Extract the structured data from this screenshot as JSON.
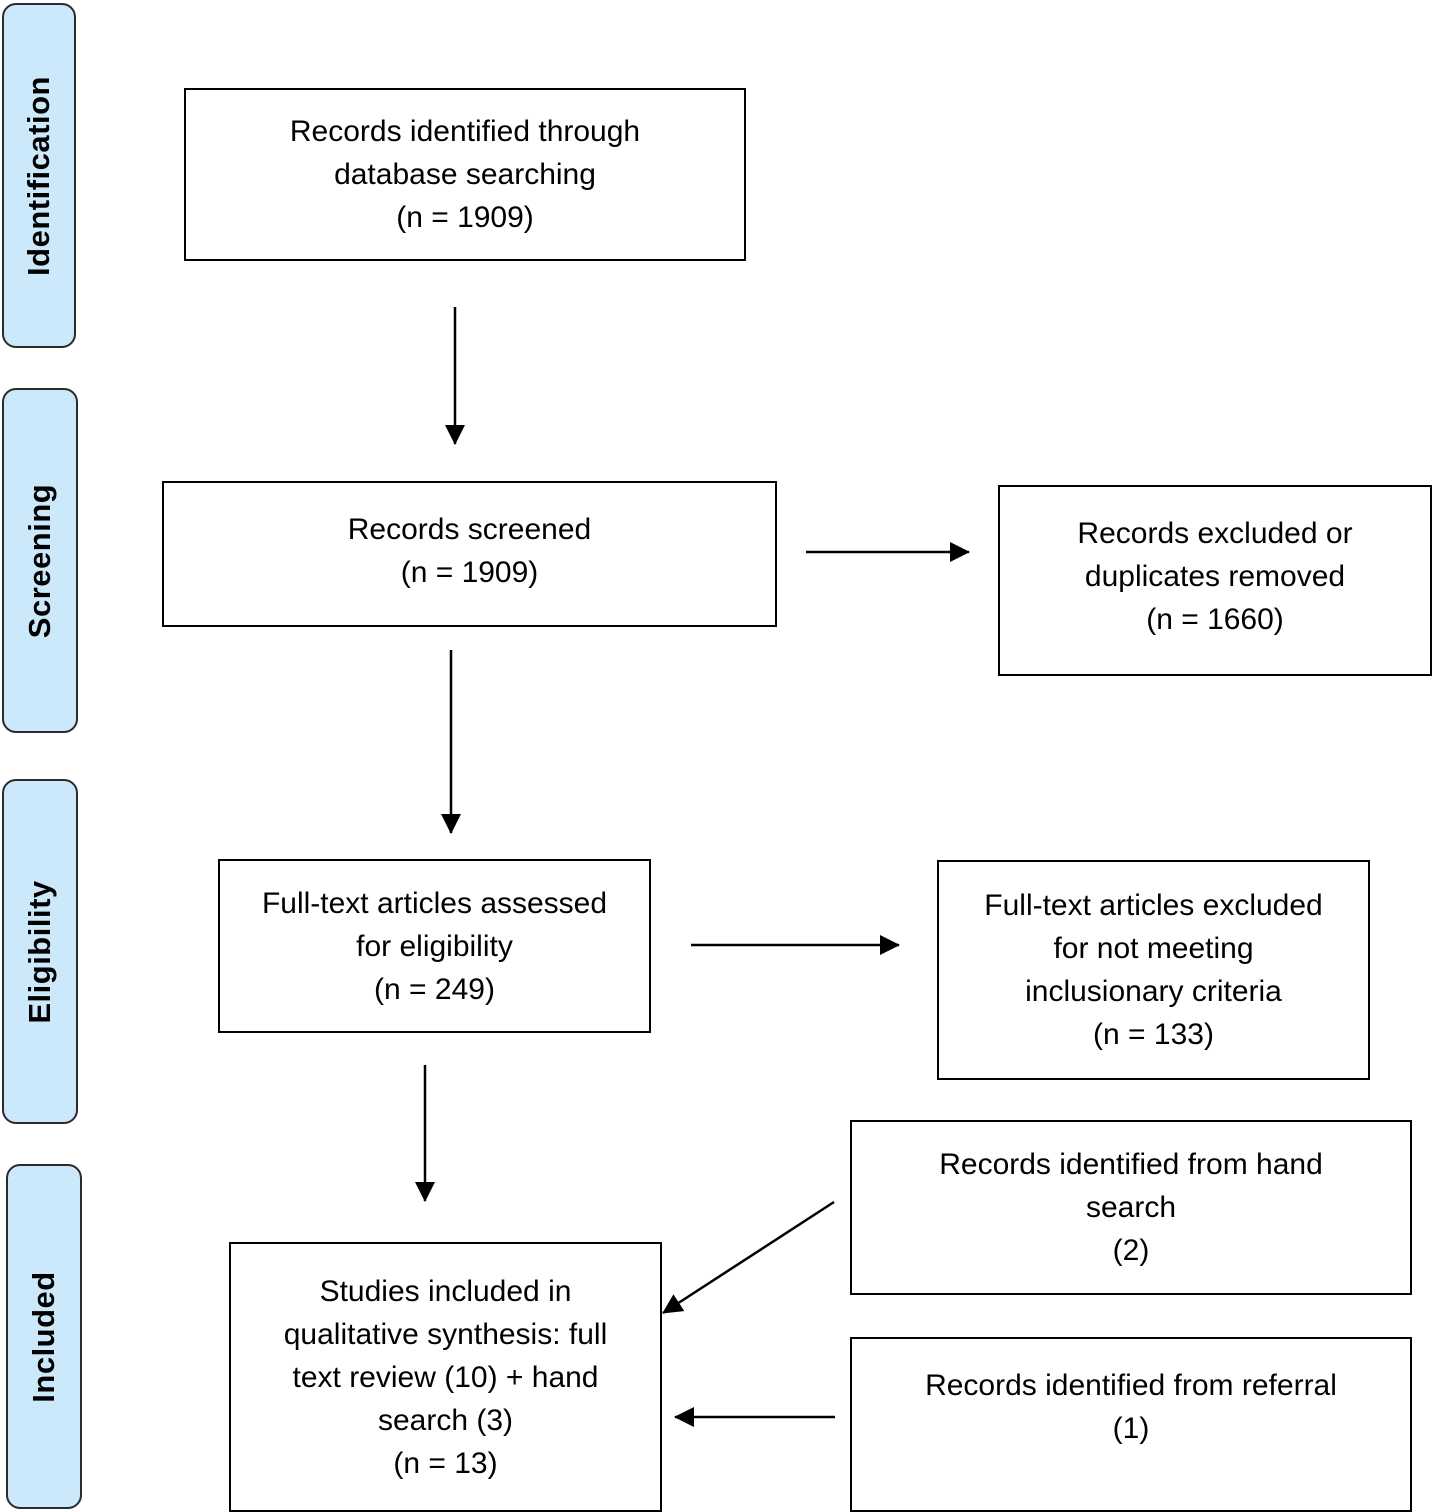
{
  "phases": {
    "identification": "Identification",
    "screening": "Screening",
    "eligibility": "Eligibility",
    "included": "Included"
  },
  "boxes": {
    "identified": {
      "lines": [
        "Records identified through",
        "database searching",
        "(n = 1909)"
      ]
    },
    "screened": {
      "lines": [
        "Records screened",
        "(n = 1909)"
      ]
    },
    "excluded": {
      "lines": [
        "Records excluded or",
        "duplicates removed",
        "(n = 1660)"
      ]
    },
    "fulltext_assessed": {
      "lines": [
        "Full-text articles assessed",
        "for eligibility",
        "(n = 249)"
      ]
    },
    "fulltext_excluded": {
      "lines": [
        "Full-text articles excluded",
        "for not meeting",
        "inclusionary criteria",
        "(n = 133)"
      ]
    },
    "hand_search": {
      "lines": [
        "Records identified from hand",
        "search",
        "(2)"
      ]
    },
    "referral": {
      "lines": [
        "Records identified from referral",
        "(1)"
      ]
    },
    "included_studies": {
      "lines": [
        "Studies included in",
        "qualitative synthesis: full",
        "text review (10) + hand",
        "search (3)",
        "(n = 13)"
      ]
    }
  }
}
